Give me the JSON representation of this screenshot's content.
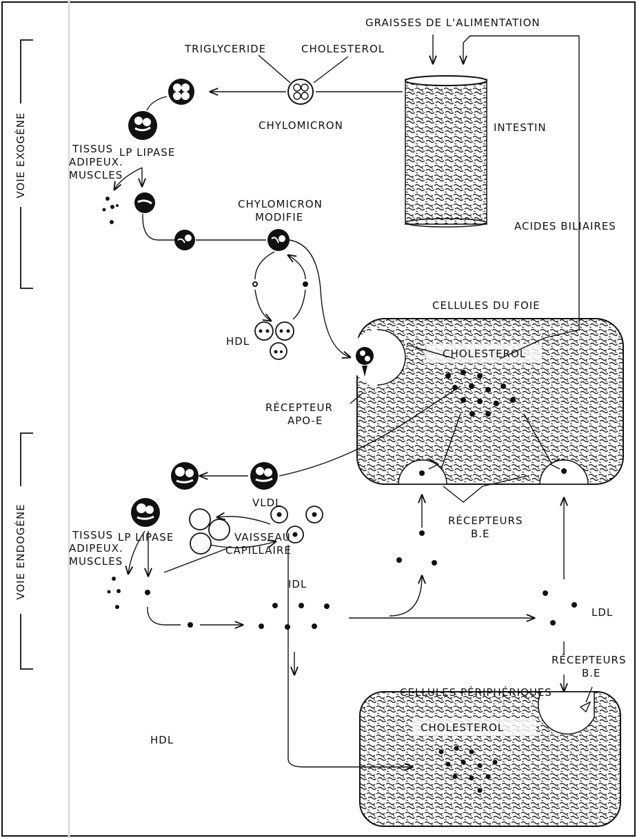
{
  "labels": {
    "graisses": "GRAISSES DE L'ALIMENTATION",
    "triglyceride": "TRIGLYCERIDE",
    "cholesterol_top": "CHOLESTEROL",
    "chylomicron": "CHYLOMICRON",
    "intestin": "INTESTIN",
    "tissus_1_line1": "TISSUS",
    "tissus_1_line2": "ADIPEUX.",
    "tissus_1_line3": "MUSCLES",
    "lp_lipase_1": "LP LIPASE",
    "chylo_mod_line1": "CHYLOMICRON",
    "chylo_mod_line2": "MODIFIE",
    "acides": "ACIDES BILIAIRES",
    "cellules_foie": "CELLULES DU FOIE",
    "cholesterol_foie": "CHOLESTEROL",
    "hdl_1": "HDL",
    "recepteur_line1": "RÉCEPTEUR",
    "recepteur_line2": "APO-E",
    "vldl": "VLDL",
    "recepteurs_be_1_line1": "RÉCEPTEURS",
    "recepteurs_be_1_line2": "B.E",
    "tissus_2_line1": "TISSUS",
    "tissus_2_line2": "ADIPEUX.",
    "tissus_2_line3": "MUSCLES",
    "lp_lipase_2": "LP LIPASE",
    "vaisseau_line1": "VAISSEAU",
    "vaisseau_line2": "CAPILLAIRE",
    "idl": "IDL",
    "ldl": "LDL",
    "recepteurs_be_2_line1": "RÉCEPTEURS",
    "recepteurs_be_2_line2": "B.E",
    "cellules_peripheriques": "CELLULES PÉRIPHÉRIQUES",
    "hdl_2": "HDL",
    "cholesterol_periph": "CHOLESTEROL",
    "voie_exogene": "VOIE EXOGÈNE",
    "voie_endogene": "VOIE ENDOGÈNE"
  },
  "colors": {
    "ink": "#111111",
    "paper": "#ffffff"
  }
}
